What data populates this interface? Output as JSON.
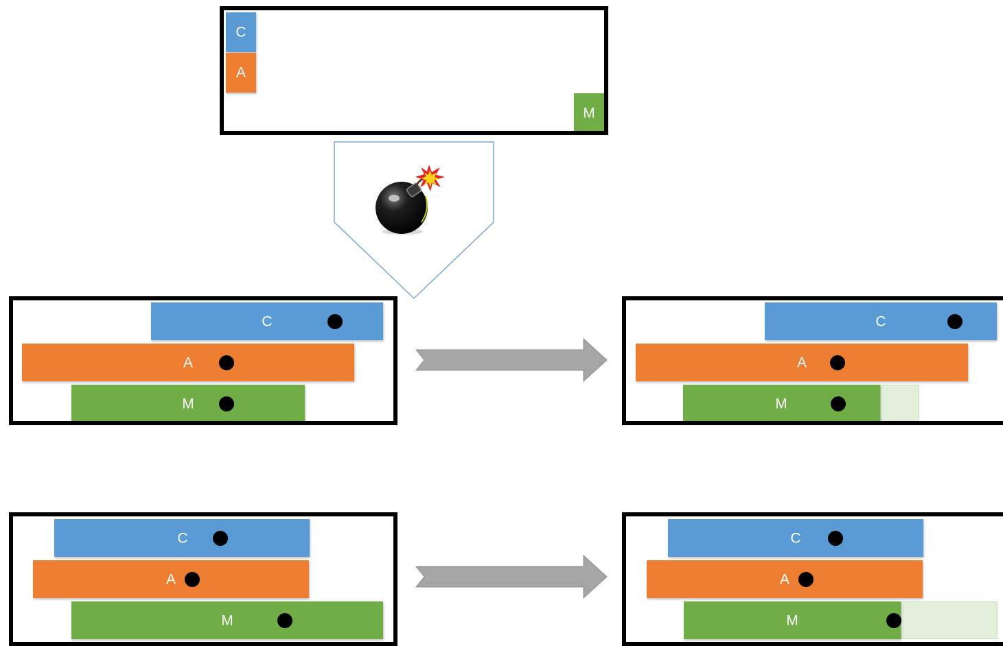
{
  "labels": {
    "c": "C",
    "a": "A",
    "m": "M"
  },
  "colors": {
    "c": "#5b9bd5",
    "a": "#ed7d31",
    "m": "#70ad47",
    "ghost": "#e2efda",
    "arrow": "#a6a6a6",
    "pentagon_stroke": "#7ea6cf"
  },
  "icons": {
    "failure": "bomb-icon",
    "transition": "right-arrow-icon"
  }
}
